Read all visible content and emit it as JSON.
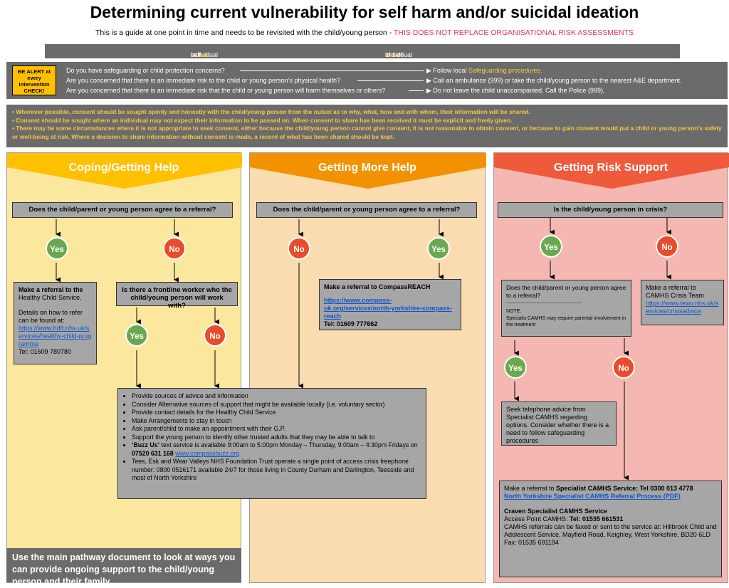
{
  "title": "Determining current vulnerability for self harm and/or suicidal ideation",
  "subtitle": "This is a guide at one point in time and needs to be revisited with the child/young person -",
  "subtitle_warning": "THIS DOES NOT REPLACE ORGANISATIONAL  RISK ASSESSMENTS",
  "presents": {
    "left_pre": "Individual presents with",
    "left_highlight": "actual",
    "left_post": "self-harm",
    "right_pre": "Individual presents with",
    "right_highlight": "ideas",
    "right_post": "of self-harm or suicidal ideation"
  },
  "alert": {
    "badge": "BE ALERT at every intervention CHECK!",
    "rows": [
      {
        "question": "Do you have safeguarding  or child protection  concerns?",
        "answer_pre": "Follow local",
        "answer_highlight": "Safeguarding  procedures.",
        "answer_post": ""
      },
      {
        "question": "Are you concerned that there is an immediate  risk to the child or young person’s physical health?",
        "answer_pre": "Call an ambulance (999) or take the child/young  person to the nearest A&E department.",
        "answer_highlight": "",
        "answer_post": ""
      },
      {
        "question": "Are you concerned that there is an immediate risk that the child or young person will harm themselves or others?",
        "answer_pre": "Do not leave the child unaccompanied. Call the Police (999).",
        "answer_highlight": "",
        "answer_post": ""
      }
    ]
  },
  "consent": [
    "Wherever possible, consent should be sought openly and honestly with the child/young person from the outset as to why, what, how and with whom, their information will be shared.",
    "Consent should be sought where an individual may  not expect their information to be passed on. When consent to share has been received it must be explicit and freely given.",
    "There may be some circumstances where it is not appropriate to seek consent, either because the child/young person cannot give consent, it is not reasonable to obtain consent, or because to gain consent would put a child or young person’s safety or well-being at risk. Where a decision to share information without consent is made,  a record of what has been shared should be kept."
  ],
  "columns": {
    "coping": {
      "header": "Coping/Getting Help",
      "question": "Does the child/parent  or young person agree to a referral?",
      "yes": "Yes",
      "no": "No",
      "referral_title": "Make a referral to the",
      "referral_title2": "Healthy Child Service.",
      "referral_details": "Details  on how to refer can be found at:",
      "referral_link": "https://www.hdft.nhs.uk/services/healthy-child-programme",
      "referral_tel": "Tel: 01609 780780",
      "frontline_q": "Is there a frontline worker who the child/young person will work with?",
      "yes2": "Yes",
      "no2": "No"
    },
    "more": {
      "header": "Getting More Help",
      "question": "Does the child/parent  or young person agree to a referral?",
      "no": "No",
      "yes": "Yes",
      "referral_title": "Make a referral to CompassREACH",
      "referral_link": "https://www.compass-uk.org/services/north-yorkshire-compass-reach",
      "referral_tel": "Tel: 01609 777662"
    },
    "risk": {
      "header": "Getting Risk Support",
      "question": "Is the child/young person  in crisis?",
      "yes": "Yes",
      "no": "No",
      "agree_q": "Does the child/parent or young person agree to a referral?",
      "agree_dashes": "-----------------------------------------------------",
      "note_label": "NOTE:",
      "note_text": "Specialis CAMHS may require parental involvement in the treatment",
      "crisis_title": "Make a referral to CAMHS Crisis Team",
      "crisis_link": "https://www.tewv.nhs.uk/services/crisisadvice",
      "yes2": "Yes",
      "no2": "No",
      "advice": "Seek telephone advice from Specialist  CAMHS regarding options. Consider whether there is a need to follow safeguarding procedures",
      "specialist_pre": "Make a referral to",
      "specialist_bold": "Specialist CAMHS Service: Tel  0300 013 4778",
      "specialist_link": "North Yorkshire Specialist CAMHS Referral Process (PDF)",
      "craven_title": "Craven Specialist CAMHS Service",
      "craven_access_pre": "Access Point CAMHS:",
      "craven_access_tel": "Tel: 01535 661531",
      "craven_text": "CAMHS referrals can be faxed or sent to the service at: Hillbrook Child and Adolescent Service, Mayfield Road, Keighley, West Yorkshire, BD20 6LD",
      "craven_fax": "Fax: 01535 691194"
    }
  },
  "support_list": [
    "Provide sources of advice and information",
    "Consider Alternative  sources of support that might  be available locally (i.e. voluntary sector)",
    "Provide contact details for the Healthy Child Service",
    "Make Arrangements to stay in touch",
    "Ask parent/child to make an appointment  with their G.P.",
    "Support the young person to identify other trusted adults that they may be able to talk to"
  ],
  "buzz": {
    "name": "‘Buzz Us’",
    "text": "text service is available 9:00am to 5:00pm Monday – Thursday, 9:00am – 4:30pm Fridays on",
    "phone": "07520 631 168",
    "link": "www.compassbuzz.org"
  },
  "tees": "Tees, Esk and Wear Valleys NHS Foundation Trust operate a single point of access crisis  freephone number: 0800 0516171 available 24/7 for those living in County Durham and Darlington, Teesside and most of North Yorkshire",
  "bottom": "Use the main pathway document to look at ways you can provide ongoing support to the child/young person and their family",
  "colors": {
    "gold": "#ffc000",
    "orange": "#f39200",
    "red": "#f05a3c",
    "green": "#6aa84f"
  }
}
